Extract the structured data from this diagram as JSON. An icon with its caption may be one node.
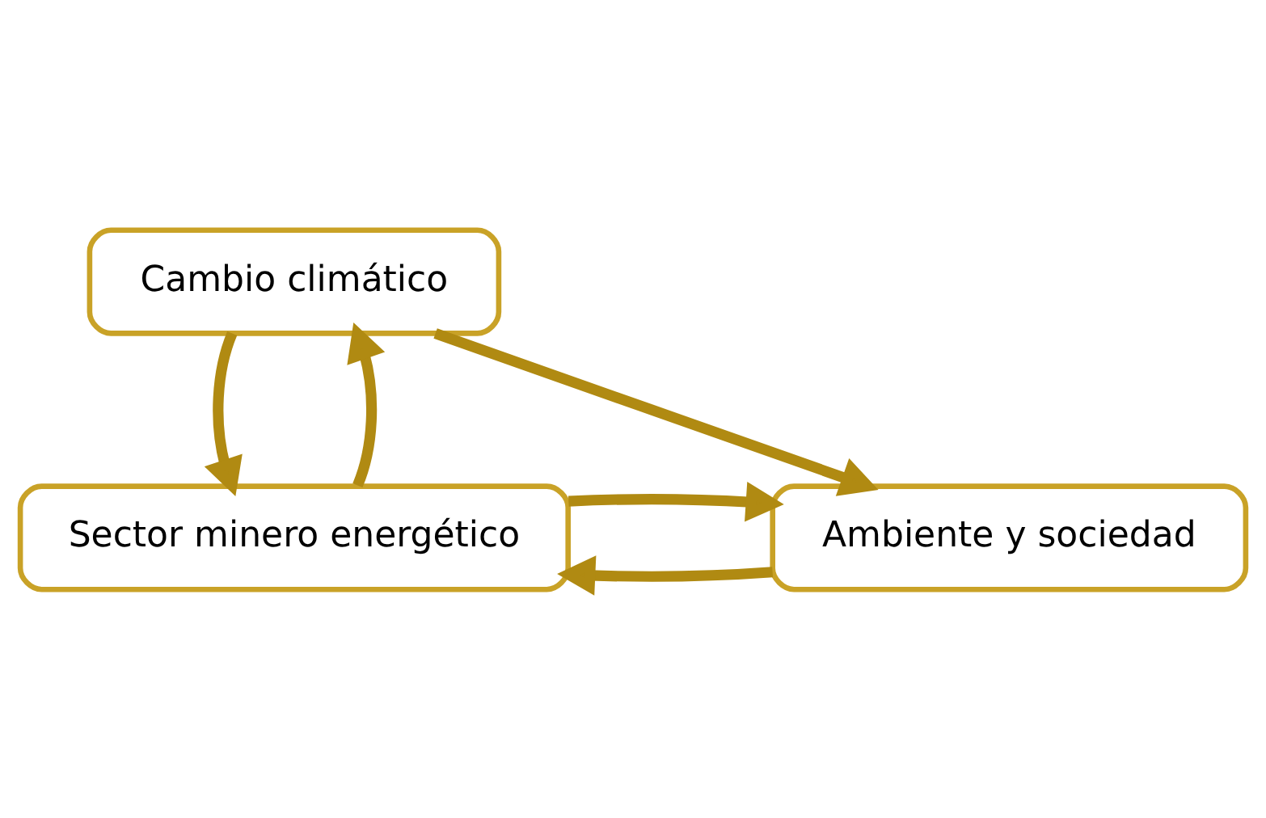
{
  "diagram": {
    "nodes": [
      {
        "text": [
          "Cambio climático"
        ]
      },
      {
        "text": [
          "Sector minero energético"
        ]
      },
      {
        "text": [
          "Ambiente y sociedad"
        ]
      }
    ],
    "edges": [
      {
        "from": 0,
        "to": 1,
        "arrow": "to"
      },
      {
        "from": 1,
        "to": 0,
        "arrow": "to"
      },
      {
        "from": 0,
        "to": 2,
        "arrow": "to"
      },
      {
        "from": 2,
        "to": 1,
        "arrow": "to"
      },
      {
        "from": 1,
        "to": 2,
        "arrow": "to"
      }
    ]
  }
}
